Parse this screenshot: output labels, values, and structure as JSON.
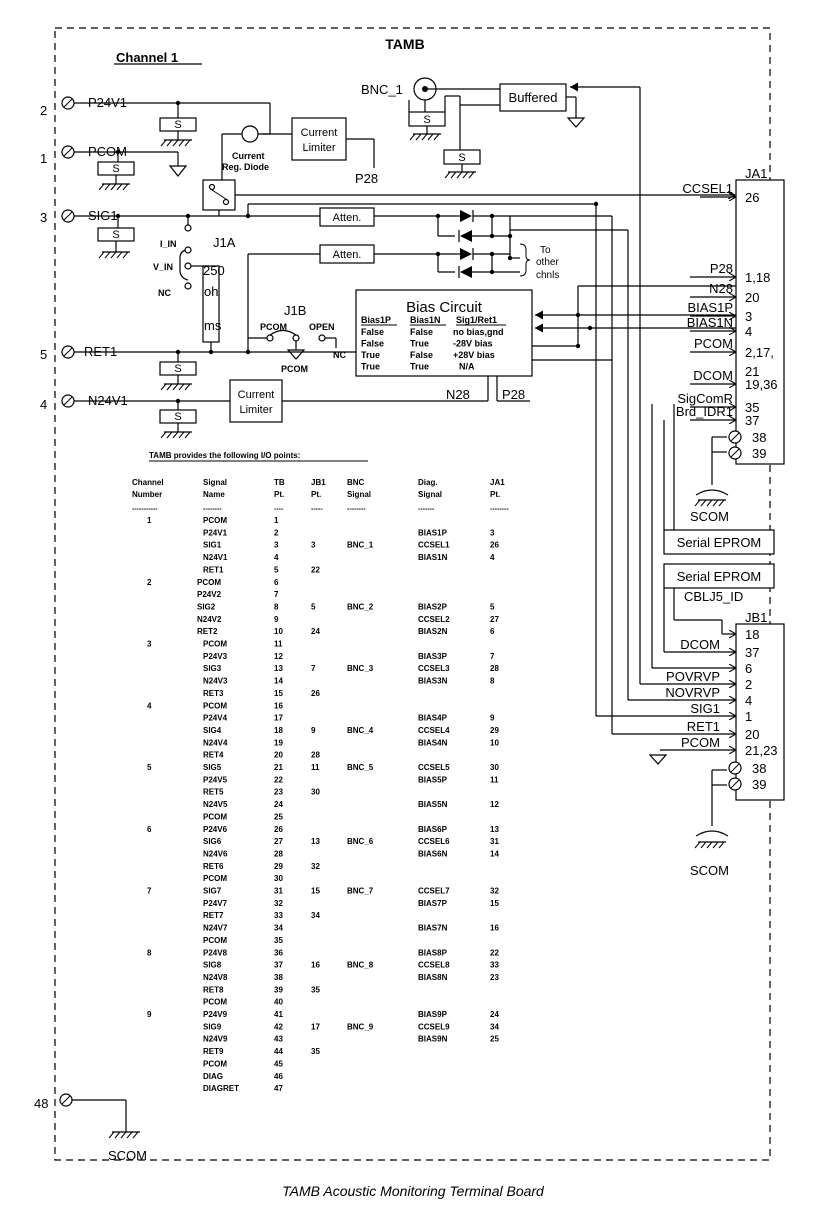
{
  "title": "TAMB",
  "caption": "TAMB Acoustic Monitoring Terminal Board",
  "channel_label": "Channel 1",
  "terminals": [
    {
      "num": "2",
      "label": "P24V1"
    },
    {
      "num": "1",
      "label": "PCOM"
    },
    {
      "num": "3",
      "label": "SIG1"
    },
    {
      "num": "5",
      "label": "RET1"
    },
    {
      "num": "4",
      "label": "N24V1"
    },
    {
      "num": "48",
      "label": ""
    }
  ],
  "blocks": {
    "bnc": "BNC_1",
    "buffered": "Buffered",
    "current_limiter_1": [
      "Current",
      "Limiter"
    ],
    "current_limiter_2": [
      "Current",
      "Limiter"
    ],
    "current_reg_diode": [
      "Current",
      "Reg. Diode"
    ],
    "atten1": "Atten.",
    "atten2": "Atten.",
    "to_other": [
      "To",
      "other",
      "chnls"
    ],
    "p28_upper": "P28",
    "n28_lower": "N28",
    "p28_lower": "P28",
    "shield": "S",
    "j1a": "J1A",
    "i_in": "I_IN",
    "v_in": "V_IN",
    "nc1": "NC",
    "resistor": [
      "250",
      "oh",
      "ms"
    ],
    "j1b": "J1B",
    "pcom_sw": "PCOM",
    "open_sw": "OPEN",
    "nc2": "NC",
    "pcom_gnd": "PCOM",
    "scom": "SCOM",
    "serial_eprom": "Serial EPROM",
    "cblj5": "CBLJ5_ID"
  },
  "bias_circuit": {
    "title": "Bias Circuit",
    "headers": [
      "Bias1P",
      "Bias1N",
      "Sig1/Ret1"
    ],
    "rows": [
      [
        "False",
        "False",
        "no bias,gnd"
      ],
      [
        "False",
        "True",
        "-28V bias"
      ],
      [
        "True",
        "False",
        "+28V bias"
      ],
      [
        "True",
        "True",
        "N/A"
      ]
    ]
  },
  "ja1": {
    "label": "JA1",
    "pins": [
      {
        "signal": "CCSEL1",
        "pin": "26"
      },
      {
        "signal": "P28",
        "pin": "1,18"
      },
      {
        "signal": "N28",
        "pin": "20"
      },
      {
        "signal": "BIAS1P",
        "pin": "3"
      },
      {
        "signal": "BIAS1N",
        "pin": "4"
      },
      {
        "signal": "PCOM",
        "pin": "2,17,"
      },
      {
        "signal": "",
        "pin": "21"
      },
      {
        "signal": "DCOM",
        "pin": "19,36"
      },
      {
        "signal": "SigComR",
        "pin": "35"
      },
      {
        "signal": "Brd_IDR1",
        "pin": "37"
      },
      {
        "signal": "",
        "pin": "38"
      },
      {
        "signal": "",
        "pin": "39"
      }
    ]
  },
  "jb1": {
    "label": "JB1",
    "pins": [
      {
        "signal": "",
        "pin": "18"
      },
      {
        "signal": "DCOM",
        "pin": "37"
      },
      {
        "signal": "",
        "pin": "6"
      },
      {
        "signal": "POVRVP",
        "pin": "2"
      },
      {
        "signal": "NOVRVP",
        "pin": "4"
      },
      {
        "signal": "SIG1",
        "pin": "1"
      },
      {
        "signal": "RET1",
        "pin": "20"
      },
      {
        "signal": "PCOM",
        "pin": "21,23"
      },
      {
        "signal": "",
        "pin": "38"
      },
      {
        "signal": "",
        "pin": "39"
      }
    ]
  },
  "io_table": {
    "intro": "TAMB provides the following I/O points:",
    "headers": [
      [
        "Channel",
        "Number"
      ],
      [
        "Signal",
        "Name"
      ],
      [
        "TB",
        "Pt."
      ],
      [
        "JB1",
        "Pt."
      ],
      [
        "BNC",
        "Signal"
      ],
      [
        "Diag.",
        "Signal"
      ],
      [
        "JA1",
        "Pt."
      ]
    ],
    "rule": [
      "-----------",
      "--------",
      "----",
      "-----",
      "--------",
      "-------",
      "--------"
    ],
    "rows": [
      [
        "1",
        "PCOM",
        "1",
        "",
        "",
        "",
        ""
      ],
      [
        "",
        "P24V1",
        "2",
        "",
        "",
        "BIAS1P",
        "3"
      ],
      [
        "",
        "SIG1",
        "3",
        "3",
        "BNC_1",
        "CCSEL1",
        "26"
      ],
      [
        "",
        "N24V1",
        "4",
        "",
        "",
        "BIAS1N",
        "4"
      ],
      [
        "",
        "RET1",
        "5",
        "22",
        "",
        "",
        ""
      ],
      [
        "2",
        "PCOM",
        "6",
        "",
        "",
        "",
        ""
      ],
      [
        "",
        "P24V2",
        "7",
        "",
        "",
        "",
        ""
      ],
      [
        "",
        "SIG2",
        "8",
        "5",
        "BNC_2",
        "BIAS2P",
        "5"
      ],
      [
        "",
        "N24V2",
        "9",
        "",
        "",
        "CCSEL2",
        "27"
      ],
      [
        "",
        "RET2",
        "10",
        "24",
        "",
        "BIAS2N",
        "6"
      ],
      [
        "3",
        "PCOM",
        "11",
        "",
        "",
        "",
        ""
      ],
      [
        "",
        "P24V3",
        "12",
        "",
        "",
        "BIAS3P",
        "7"
      ],
      [
        "",
        "SIG3",
        "13",
        "7",
        "BNC_3",
        "CCSEL3",
        "28"
      ],
      [
        "",
        "N24V3",
        "14",
        "",
        "",
        "BIAS3N",
        "8"
      ],
      [
        "",
        "RET3",
        "15",
        "26",
        "",
        "",
        ""
      ],
      [
        "4",
        "PCOM",
        "16",
        "",
        "",
        "",
        ""
      ],
      [
        "",
        "P24V4",
        "17",
        "",
        "",
        "BIAS4P",
        "9"
      ],
      [
        "",
        "SIG4",
        "18",
        "9",
        "BNC_4",
        "CCSEL4",
        "29"
      ],
      [
        "",
        "N24V4",
        "19",
        "",
        "",
        "BIAS4N",
        "10"
      ],
      [
        "",
        "RET4",
        "20",
        "28",
        "",
        "",
        ""
      ],
      [
        "5",
        "SIG5",
        "21",
        "11",
        "BNC_5",
        "CCSEL5",
        "30"
      ],
      [
        "",
        "P24V5",
        "22",
        "",
        "",
        "BIAS5P",
        "11"
      ],
      [
        "",
        "RET5",
        "23",
        "30",
        "",
        "",
        ""
      ],
      [
        "",
        "N24V5",
        "24",
        "",
        "",
        "BIAS5N",
        "12"
      ],
      [
        "",
        "PCOM",
        "25",
        "",
        "",
        "",
        ""
      ],
      [
        "6",
        "P24V6",
        "26",
        "",
        "",
        "BIAS6P",
        "13"
      ],
      [
        "",
        "SIG6",
        "27",
        "13",
        "BNC_6",
        "CCSEL6",
        "31"
      ],
      [
        "",
        "N24V6",
        "28",
        "",
        "",
        "BIAS6N",
        "14"
      ],
      [
        "",
        "RET6",
        "29",
        "32",
        "",
        "",
        ""
      ],
      [
        "",
        "PCOM",
        "30",
        "",
        "",
        "",
        ""
      ],
      [
        "7",
        "SIG7",
        "31",
        "15",
        "BNC_7",
        "CCSEL7",
        "32"
      ],
      [
        "",
        "P24V7",
        "32",
        "",
        "",
        "BIAS7P",
        "15"
      ],
      [
        "",
        "RET7",
        "33",
        "34",
        "",
        "",
        ""
      ],
      [
        "",
        "N24V7",
        "34",
        "",
        "",
        "BIAS7N",
        "16"
      ],
      [
        "",
        "PCOM",
        "35",
        "",
        "",
        "",
        ""
      ],
      [
        "8",
        "P24V8",
        "36",
        "",
        "",
        "BIAS8P",
        "22"
      ],
      [
        "",
        "SIG8",
        "37",
        "16",
        "BNC_8",
        "CCSEL8",
        "33"
      ],
      [
        "",
        "N24V8",
        "38",
        "",
        "",
        "BIAS8N",
        "23"
      ],
      [
        "",
        "RET8",
        "39",
        "35",
        "",
        "",
        ""
      ],
      [
        "",
        "PCOM",
        "40",
        "",
        "",
        "",
        ""
      ],
      [
        "9",
        "P24V9",
        "41",
        "",
        "",
        "BIAS9P",
        "24"
      ],
      [
        "",
        "SIG9",
        "42",
        "17",
        "BNC_9",
        "CCSEL9",
        "34"
      ],
      [
        "",
        "N24V9",
        "43",
        "",
        "",
        "BIAS9N",
        "25"
      ],
      [
        "",
        "RET9",
        "44",
        "35",
        "",
        "",
        ""
      ],
      [
        "",
        "PCOM",
        "45",
        "",
        "",
        "",
        ""
      ],
      [
        "",
        "DIAG",
        "46",
        "",
        "",
        "",
        ""
      ],
      [
        "",
        "DIAGRET",
        "47",
        "",
        "",
        "",
        ""
      ]
    ]
  }
}
